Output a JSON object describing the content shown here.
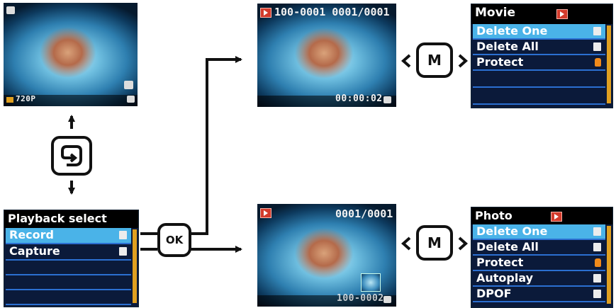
{
  "screens": {
    "live": {
      "resolution": "720P"
    },
    "movie_playback": {
      "counter": "100-0001 0001/0001",
      "time": "00:00:02"
    },
    "photo_playback": {
      "counter": "0001/0001",
      "file": "100-0002"
    }
  },
  "menus": {
    "playback_select": {
      "title": "Playback select",
      "items": [
        "Record",
        "Capture"
      ]
    },
    "movie": {
      "title": "Movie",
      "items": [
        "Delete One",
        "Delete All",
        "Protect"
      ]
    },
    "photo": {
      "title": "Photo",
      "items": [
        "Delete One",
        "Delete All",
        "Protect",
        "Autoplay",
        "DPOF"
      ]
    }
  },
  "buttons": {
    "ok_label": "OK",
    "menu_label": "M"
  },
  "colors": {
    "menu_background": "#0b1a3a",
    "menu_selected": "#4ab3e8",
    "menu_divider": "#2b6fd1",
    "playback_icon": "#d33b2c"
  }
}
